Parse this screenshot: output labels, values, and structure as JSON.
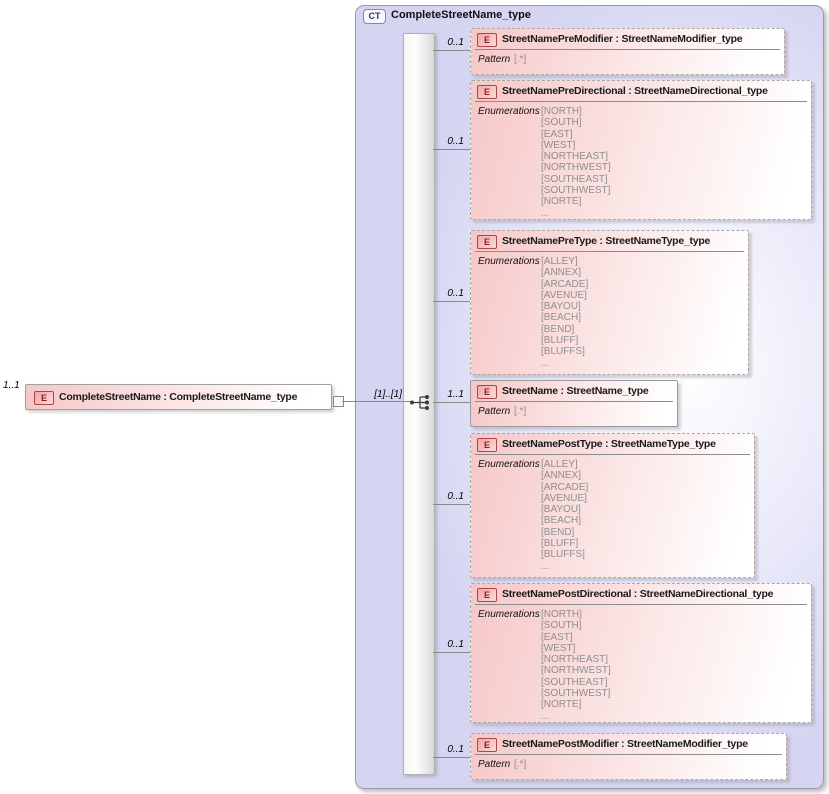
{
  "diagram": {
    "root": {
      "cardinality": "1..1",
      "icon": "E",
      "label": "CompleteStreetName : CompleteStreetName_type"
    },
    "complex_type": {
      "badge": "CT",
      "title": "CompleteStreetName_type",
      "sequence_cardinality": "[1]..[1]"
    },
    "children": [
      {
        "cardinality": "0..1",
        "icon": "E",
        "label": "StreetNamePreModifier : StreetNameModifier_type",
        "facet_label": "Pattern",
        "facet_values": [
          "[.*]"
        ]
      },
      {
        "cardinality": "0..1",
        "icon": "E",
        "label": "StreetNamePreDirectional : StreetNameDirectional_type",
        "facet_label": "Enumerations",
        "facet_values": [
          "[NORTH]",
          "[SOUTH]",
          "[EAST]",
          "[WEST]",
          "[NORTHEAST]",
          "[NORTHWEST]",
          "[SOUTHEAST]",
          "[SOUTHWEST]",
          "[NORTE]",
          "..."
        ]
      },
      {
        "cardinality": "0..1",
        "icon": "E",
        "label": "StreetNamePreType : StreetNameType_type",
        "facet_label": "Enumerations",
        "facet_values": [
          "[ALLEY]",
          "[ANNEX]",
          "[ARCADE]",
          "[AVENUE]",
          "[BAYOU]",
          "[BEACH]",
          "[BEND]",
          "[BLUFF]",
          "[BLUFFS]",
          "..."
        ]
      },
      {
        "cardinality": "1..1",
        "icon": "E",
        "label": "StreetName : StreetName_type",
        "facet_label": "Pattern",
        "facet_values": [
          "[.*]"
        ]
      },
      {
        "cardinality": "0..1",
        "icon": "E",
        "label": "StreetNamePostType : StreetNameType_type",
        "facet_label": "Enumerations",
        "facet_values": [
          "[ALLEY]",
          "[ANNEX]",
          "[ARCADE]",
          "[AVENUE]",
          "[BAYOU]",
          "[BEACH]",
          "[BEND]",
          "[BLUFF]",
          "[BLUFFS]",
          "..."
        ]
      },
      {
        "cardinality": "0..1",
        "icon": "E",
        "label": "StreetNamePostDirectional : StreetNameDirectional_type",
        "facet_label": "Enumerations",
        "facet_values": [
          "[NORTH]",
          "[SOUTH]",
          "[EAST]",
          "[WEST]",
          "[NORTHEAST]",
          "[NORTHWEST]",
          "[SOUTHEAST]",
          "[SOUTHWEST]",
          "[NORTE]",
          "..."
        ]
      },
      {
        "cardinality": "0..1",
        "icon": "E",
        "label": "StreetNamePostModifier : StreetNameModifier_type",
        "facet_label": "Pattern",
        "facet_values": [
          "[.*]"
        ]
      }
    ],
    "colors": {
      "element_fill_pink": "#f6c7c7",
      "container_fill_lavender": "#d5d5f2",
      "element_icon_border": "#a84848",
      "element_icon_text": "#8f2020",
      "connector_line": "#8a8a8a",
      "facet_value_text": "#8f8f8f"
    }
  }
}
